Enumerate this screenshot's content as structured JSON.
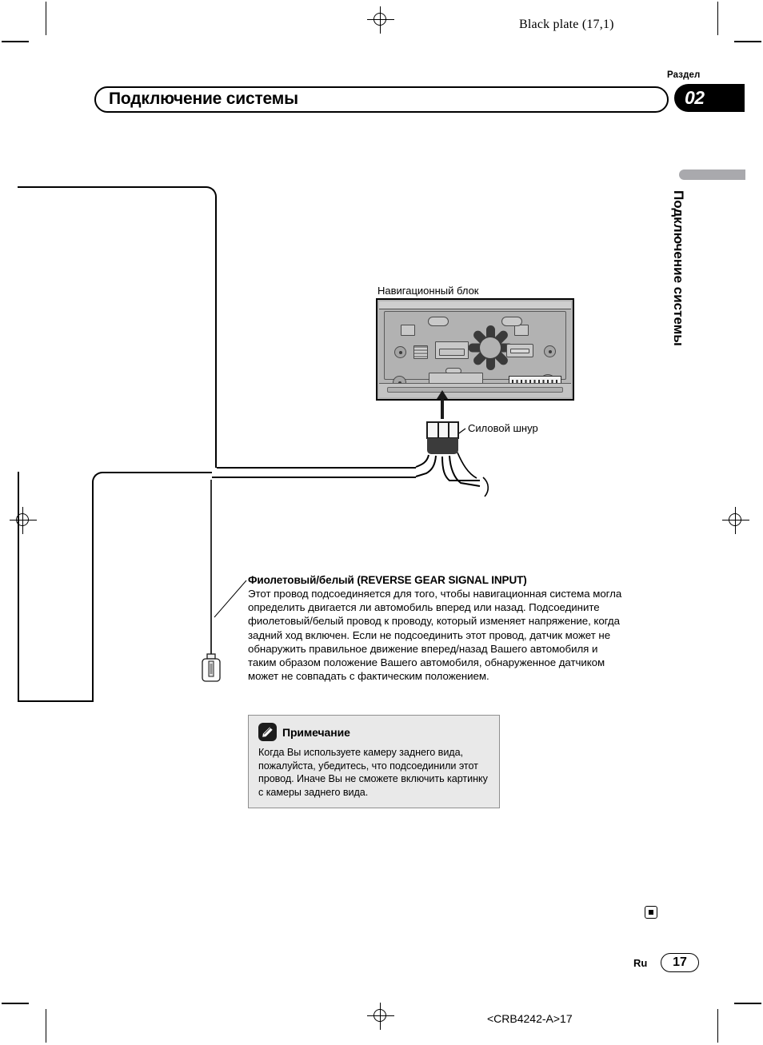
{
  "print_marks": {
    "black_plate": "Black plate (17,1)"
  },
  "header": {
    "section_word": "Раздел",
    "section_number": "02",
    "title": "Подключение системы"
  },
  "sidebar": {
    "running_head": "Подключение системы",
    "tab_color": "#a9a9ad"
  },
  "diagram": {
    "nav_unit_label": "Навигационный блок",
    "power_cord_label": "Силовой шнур"
  },
  "body": {
    "heading": "Фиолетовый/белый (REVERSE GEAR SIGNAL INPUT)",
    "paragraph": "Этот провод подсоединяется для того, чтобы навигационная система могла определить двигается ли автомобиль вперед или назад. Подсоедините фиолетовый/белый провод к проводу, который изменяет напряжение, когда задний ход включен. Если не подсоединить этот провод, датчик может не обнаружить правильное движение вперед/назад Вашего автомобиля и таким образом положение Вашего автомобиля, обнаруженное датчиком может не совпадать с фактическим положением."
  },
  "note": {
    "icon": "pencil-icon",
    "title": "Примечание",
    "text": "Когда Вы используете камеру заднего вида, пожалуйста, убедитесь, что подсоединили этот провод. Иначе Вы не сможете включить картинку с камеры заднего вида.",
    "background": "#e9e9e9"
  },
  "footer": {
    "language": "Ru",
    "page_number": "17",
    "document_code": "<CRB4242-A>17"
  }
}
